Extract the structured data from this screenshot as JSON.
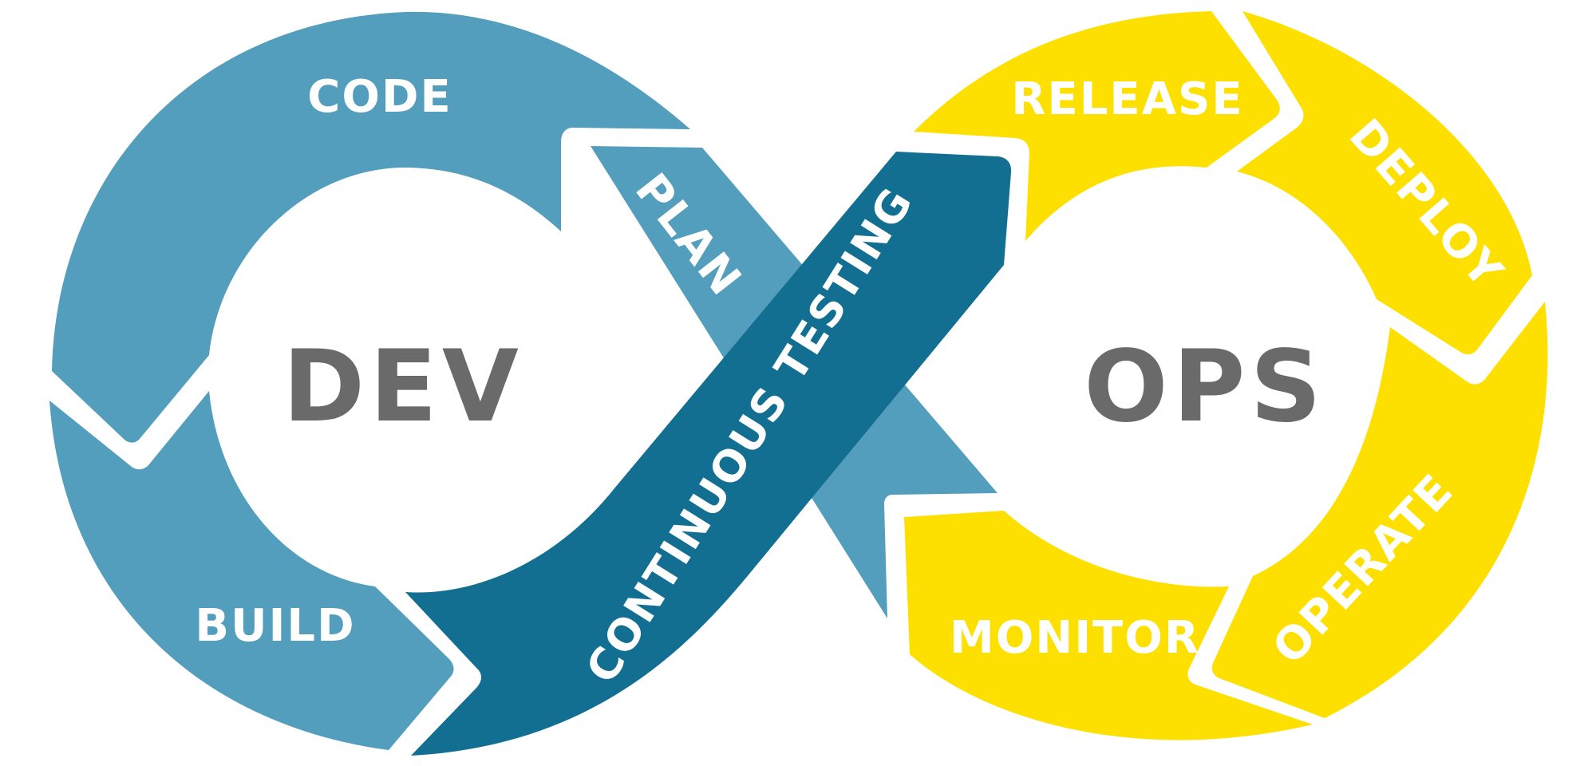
{
  "colors": {
    "dev_segment": "#539dbd",
    "ops_segment": "#fde000",
    "continuous_testing_band": "#126f91",
    "hub_text": "#6a6a6a",
    "segment_text": "#ffffff"
  },
  "dev": {
    "hub_label": "DEV",
    "segments": [
      "CODE",
      "PLAN",
      "BUILD"
    ]
  },
  "ops": {
    "hub_label": "OPS",
    "segments": [
      "RELEASE",
      "DEPLOY",
      "OPERATE",
      "MONITOR"
    ]
  },
  "band": {
    "label": "CONTINUOUS TESTING"
  }
}
